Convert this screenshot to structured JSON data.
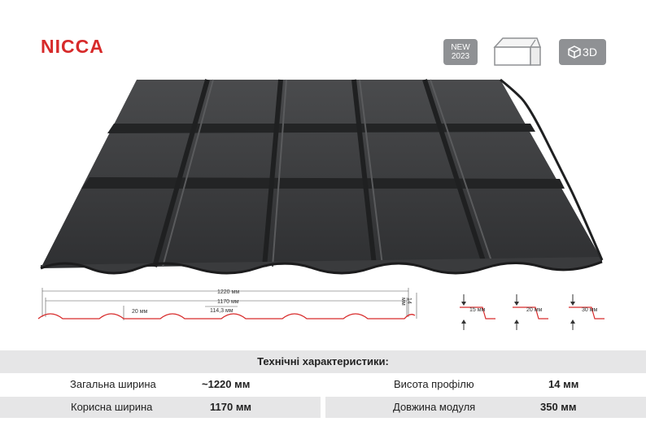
{
  "header": {
    "title": "NICCA",
    "badge_new_line1": "NEW",
    "badge_new_line2": "2023",
    "badge_3d_label": "3D",
    "badge_house_icon": "house-outline-icon",
    "badge_3d_icon": "cube-icon"
  },
  "drawing": {
    "dim_total": "1220 мм",
    "dim_useful": "1170 мм",
    "dim_step": "114,3 мм",
    "dim_height_small": "20 мм",
    "dim_height": "14 мм",
    "steps": [
      "15 мм",
      "20 мм",
      "30 мм"
    ]
  },
  "specs": {
    "title": "Технічні характеристики:",
    "rows": [
      {
        "label_left": "Загальна ширина",
        "value_left": "~1220 мм",
        "label_right": "Висота профілю",
        "value_right": "14 мм"
      },
      {
        "label_left": "Корисна ширина",
        "value_left": "1170 мм",
        "label_right": "Довжина модуля",
        "value_right": "350 мм"
      }
    ]
  },
  "colors": {
    "brand_red": "#d72a2a",
    "roof_dark": "#3b3c3e",
    "badge_grey": "#8f9194",
    "table_bg": "#e6e6e7"
  }
}
